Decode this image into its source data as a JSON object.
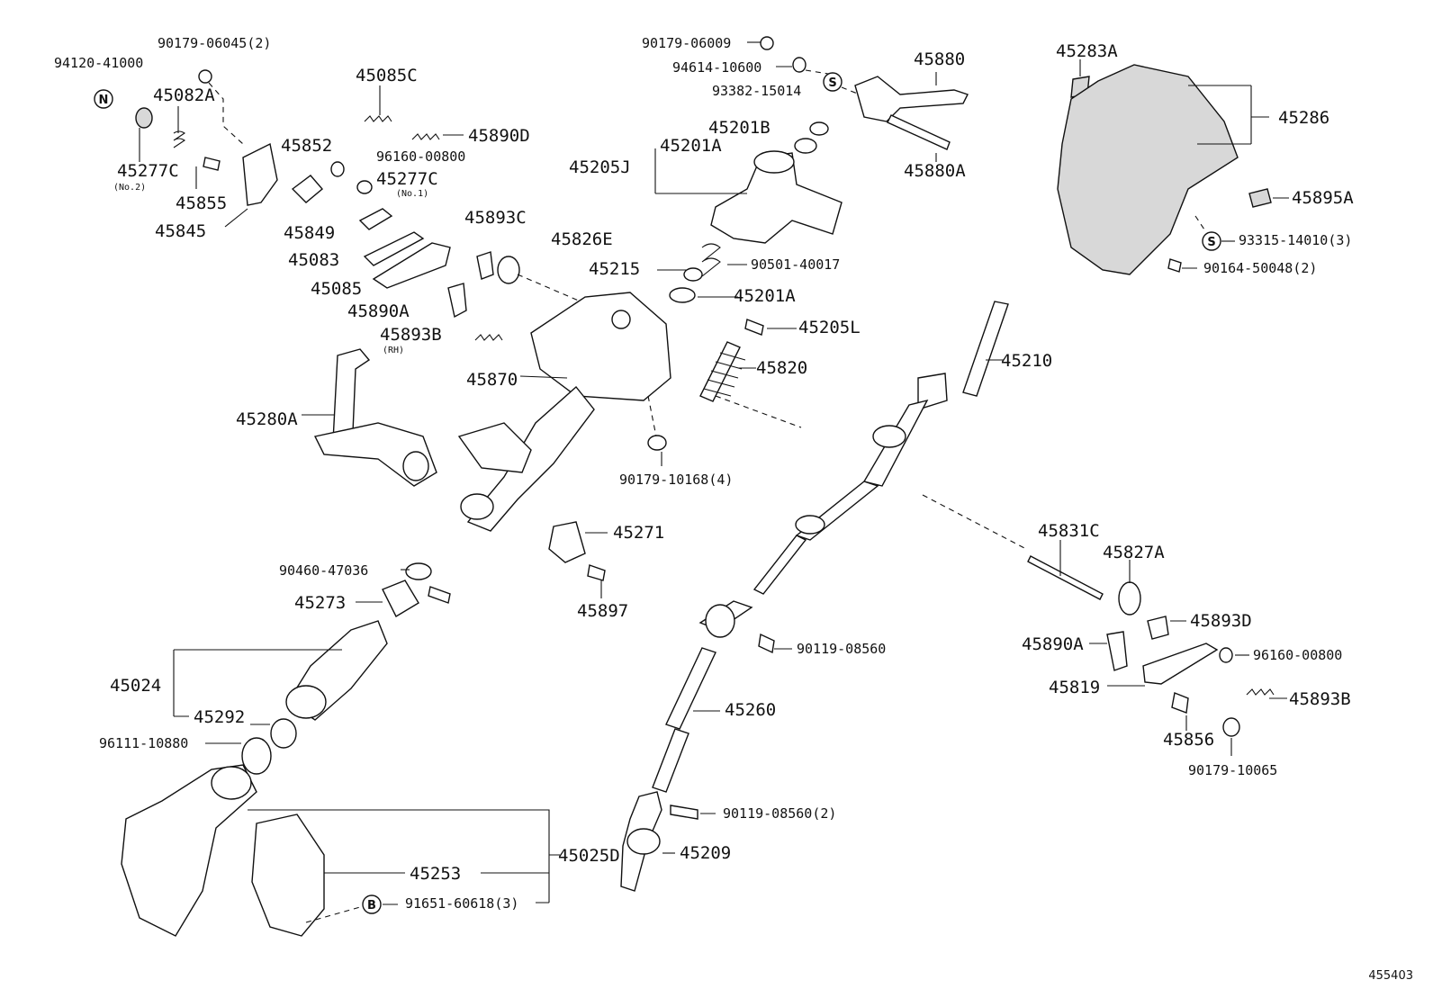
{
  "labels": {
    "p_94120_41000": "94120-41000",
    "p_90179_06045": "90179-06045(2)",
    "p_45082A": "45082A",
    "p_45277C_no2": "45277C",
    "p_no2": "(No.2)",
    "p_45855": "45855",
    "p_45845": "45845",
    "p_45085C": "45085C",
    "p_45852": "45852",
    "p_45890D": "45890D",
    "p_96160_00800_a": "96160-00800",
    "p_45277C_no1": "45277C",
    "p_no1": "(No.1)",
    "p_45849": "45849",
    "p_45083": "45083",
    "p_45085": "45085",
    "p_45893C": "45893C",
    "p_45826E": "45826E",
    "p_45890A_a": "45890A",
    "p_45893B_a": "45893B",
    "p_rh": "(RH)",
    "p_45280A": "45280A",
    "p_45870": "45870",
    "p_90179_06009": "90179-06009",
    "p_94614_10600": "94614-10600",
    "p_93382_15014": "93382-15014",
    "p_45880": "45880",
    "p_45880A": "45880A",
    "p_45201B": "45201B",
    "p_45201A_a": "45201A",
    "p_45205J": "45205J",
    "p_45215": "45215",
    "p_90501_40017": "90501-40017",
    "p_45201A_b": "45201A",
    "p_45205L": "45205L",
    "p_45820": "45820",
    "p_90179_10168": "90179-10168(4)",
    "p_45283A": "45283A",
    "p_45286": "45286",
    "p_45895A": "45895A",
    "p_93315_14010": "93315-14010(3)",
    "p_90164_50048": "90164-50048(2)",
    "p_45210": "45210",
    "p_45271": "45271",
    "p_45897": "45897",
    "p_90460_47036": "90460-47036",
    "p_45273": "45273",
    "p_45024": "45024",
    "p_45292": "45292",
    "p_96111_10880": "96111-10880",
    "p_45253": "45253",
    "p_45025D": "45025D",
    "p_91651_60618": "91651-60618(3)",
    "p_45260": "45260",
    "p_90119_08560_a": "90119-08560",
    "p_90119_08560_b": "90119-08560(2)",
    "p_45209": "45209",
    "p_45831C": "45831C",
    "p_45827A": "45827A",
    "p_45893D": "45893D",
    "p_45890A_b": "45890A",
    "p_96160_00800_b": "96160-00800",
    "p_45819": "45819",
    "p_45893B_b": "45893B",
    "p_45856": "45856",
    "p_90179_10065": "90179-10065"
  },
  "badges": {
    "n": "N",
    "s1": "S",
    "s2": "S",
    "b": "B"
  },
  "diagram_ref": "455403"
}
